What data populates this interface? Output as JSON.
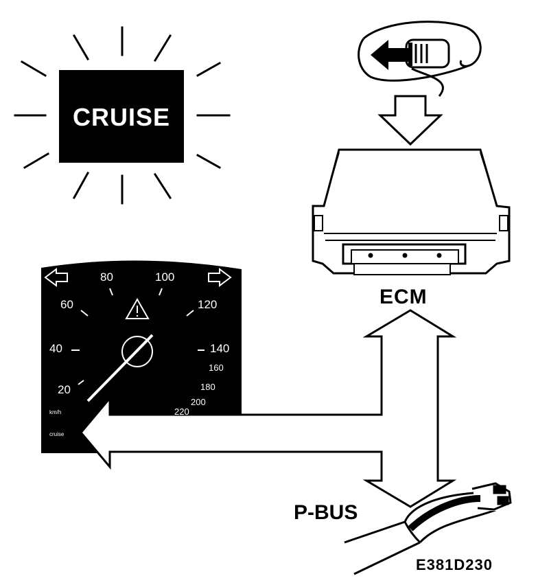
{
  "cruise_lamp": {
    "text": "CRUISE"
  },
  "ecm": {
    "label": "ECM"
  },
  "pbus": {
    "label": "P-BUS"
  },
  "figure_code": "E381D230",
  "speedometer": {
    "ticks": {
      "t20": "20",
      "t40": "40",
      "t60": "60",
      "t80": "80",
      "t100": "100",
      "t120": "120",
      "t140": "140",
      "t160": "160",
      "t180": "180",
      "t200": "200",
      "t220": "220"
    },
    "unit": "km/h",
    "cruise_indicator": "cruise"
  },
  "icons": {
    "lamp": "cruise-lamp-icon",
    "switch": "cruise-switch-icon",
    "ecm": "ecm-unit-icon",
    "cable": "p-bus-cable-icon",
    "warning": "warning-triangle-icon"
  }
}
